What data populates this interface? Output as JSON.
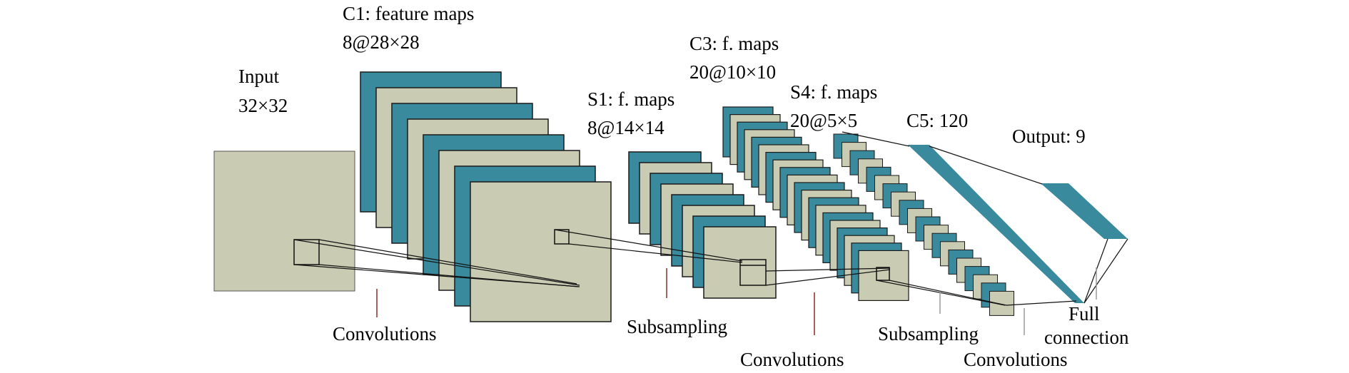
{
  "colors": {
    "beige": "#cacbb3",
    "teal": "#3a8a9e",
    "outline": "#1a1a1a",
    "tick": "#8b2a2a",
    "gray_tick": "#9a9a9a"
  },
  "layers": {
    "input": {
      "name": "Input",
      "size": "32×32"
    },
    "c1": {
      "name": "C1: feature maps",
      "size": "8@28×28"
    },
    "s1": {
      "name": "S1: f. maps",
      "size": "8@14×14"
    },
    "c3": {
      "name": "C3: f. maps",
      "size": "20@10×10"
    },
    "s4": {
      "name": "S4: f. maps",
      "size": "20@5×5"
    },
    "c5": {
      "name": "C5: 120"
    },
    "output": {
      "name": "Output: 9"
    }
  },
  "operations": {
    "conv1": "Convolutions",
    "subsampling1": "Subsampling",
    "conv2": "Convolutions",
    "subsampling2": "Subsampling",
    "conv3": "Convolutions",
    "full_connection": [
      "Full",
      "connection"
    ]
  }
}
